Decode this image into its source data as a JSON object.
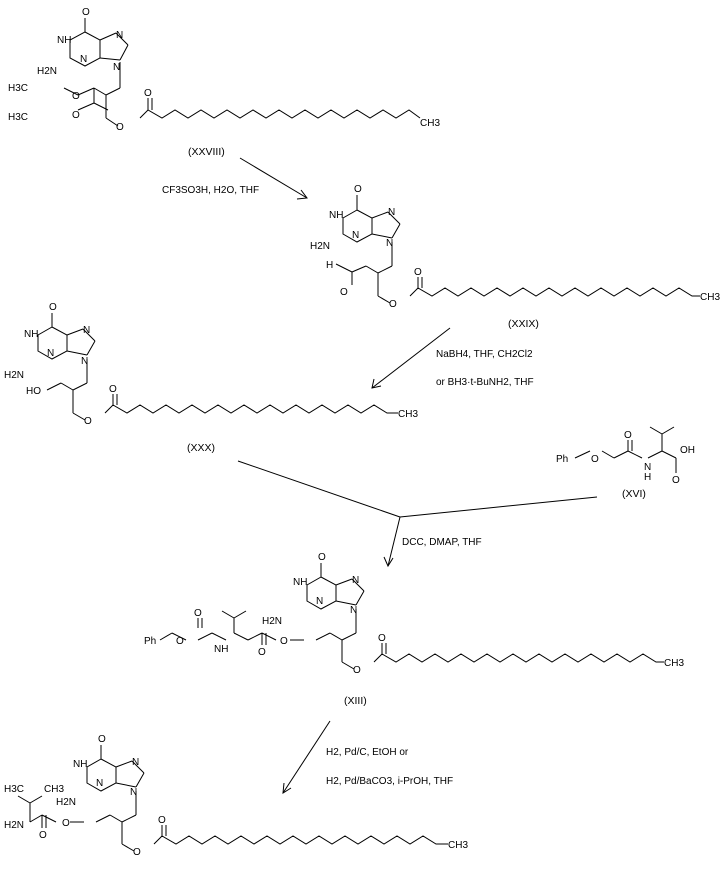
{
  "compounds": {
    "c28": {
      "label": "(XXVIII)"
    },
    "c29": {
      "label": "(XXIX)"
    },
    "c30": {
      "label": "(XXX)"
    },
    "c16": {
      "label": "(XVI)"
    },
    "c13": {
      "label": "(XIII)"
    }
  },
  "conditions": {
    "step1": "CF3SO3H, H2O, THF",
    "step2_line1": "NaBH4, THF, CH2Cl2",
    "step2_line2": "or BH3·t-BuNH2, THF",
    "step3": "DCC, DMAP, THF",
    "step4_line1": "H2, Pd/C, EtOH  or",
    "step4_line2": "H2, Pd/BaCO3, i-PrOH, THF"
  },
  "atoms": {
    "O": "O",
    "N": "N",
    "H2N": "H2N",
    "NH": "NH",
    "HO": "HO",
    "CH3": "CH3",
    "H3C": "H3C",
    "Ph": "Ph",
    "OH": "OH",
    "H": "H",
    "NH_lower": "N",
    "H_prefix": "H"
  }
}
